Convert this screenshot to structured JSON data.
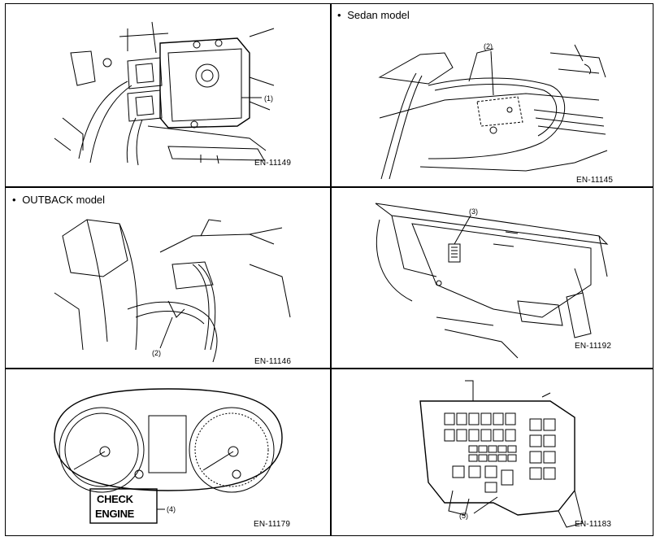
{
  "panels": [
    {
      "heading": "",
      "figure_id": "EN-11149",
      "callouts": [
        "(1)"
      ]
    },
    {
      "heading": "Sedan model",
      "figure_id": "EN-11145",
      "callouts": [
        "(2)"
      ]
    },
    {
      "heading": "OUTBACK model",
      "figure_id": "EN-11146",
      "callouts": [
        "(2)"
      ]
    },
    {
      "heading": "",
      "figure_id": "EN-11192",
      "callouts": [
        "(3)"
      ]
    },
    {
      "heading": "",
      "figure_id": "EN-11179",
      "callouts": [
        "(4)"
      ],
      "warning_label": [
        "CHECK",
        "ENGINE"
      ]
    },
    {
      "heading": "",
      "figure_id": "EN-11183",
      "callouts": [
        "(5)"
      ]
    }
  ],
  "bullet_symbol": "•"
}
